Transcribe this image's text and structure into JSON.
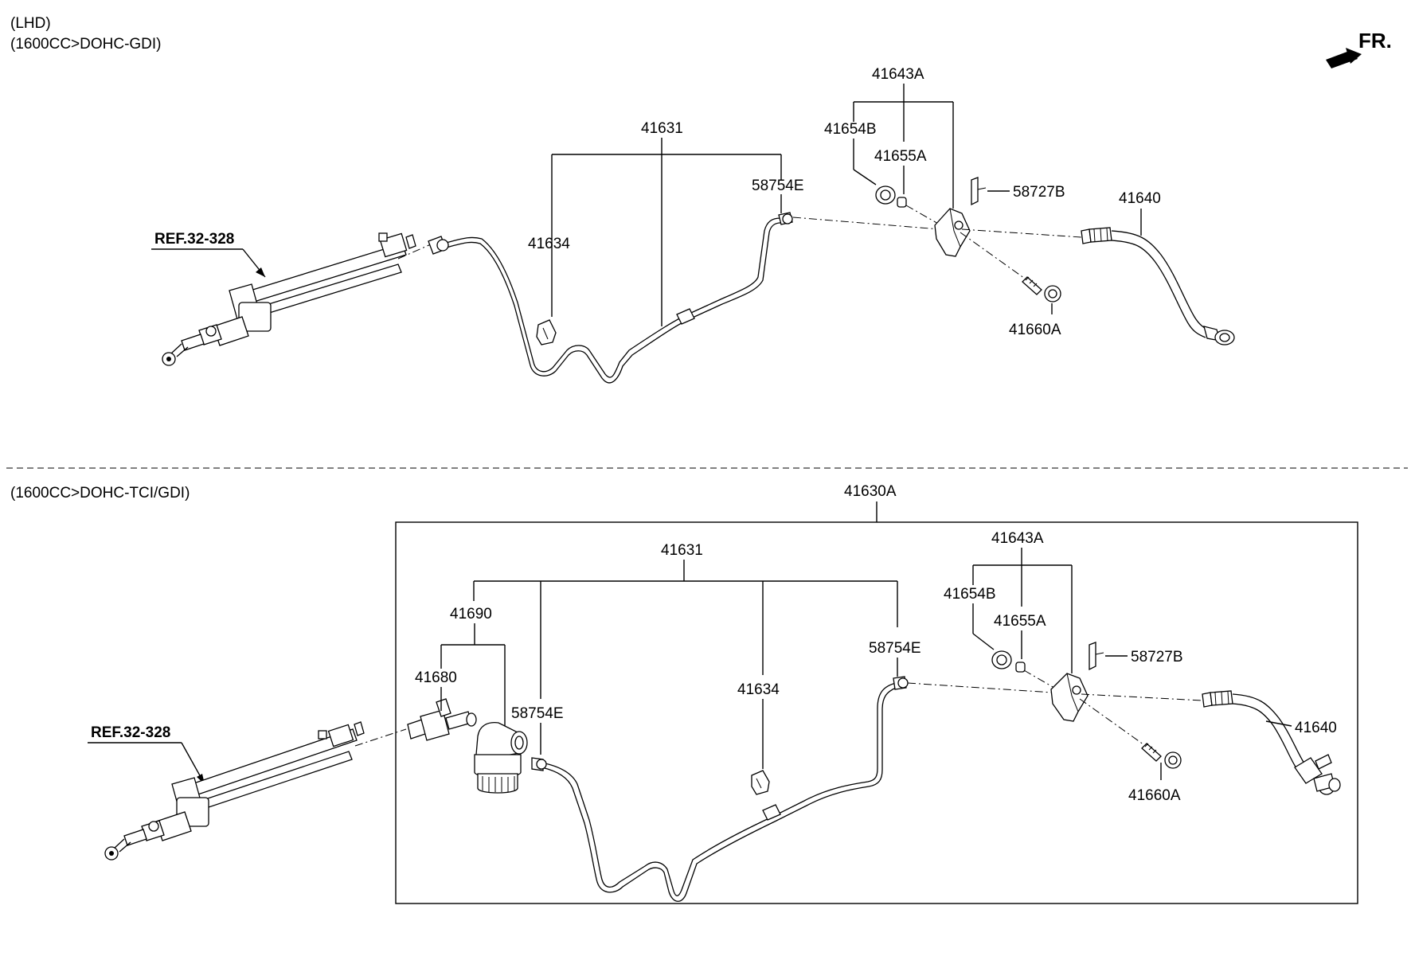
{
  "header": {
    "lhd": "(LHD)",
    "variant_top": "(1600CC>DOHC-GDI)",
    "variant_bottom": "(1600CC>DOHC-TCI/GDI)",
    "front": "FR."
  },
  "top": {
    "ref": "REF.32-328",
    "p41631": "41631",
    "p41634": "41634",
    "p58754E": "58754E",
    "p41643A": "41643A",
    "p41654B": "41654B",
    "p41655A": "41655A",
    "p58727B": "58727B",
    "p41640": "41640",
    "p41660A": "41660A"
  },
  "bottom": {
    "ref": "REF.32-328",
    "p41630A": "41630A",
    "p41631": "41631",
    "p41690": "41690",
    "p41680": "41680",
    "p58754E_left": "58754E",
    "p41634": "41634",
    "p58754E_right": "58754E",
    "p41643A": "41643A",
    "p41654B": "41654B",
    "p41655A": "41655A",
    "p58727B": "58727B",
    "p41640": "41640",
    "p41660A": "41660A"
  }
}
